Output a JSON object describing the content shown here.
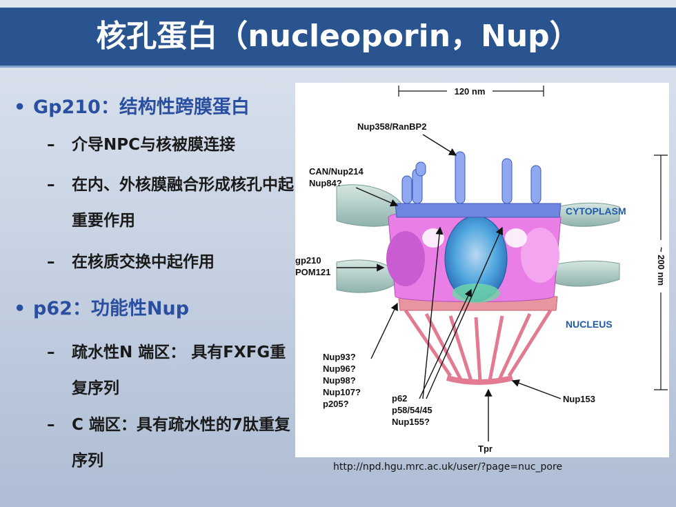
{
  "title": "核孔蛋白（nucleoporin，Nup）",
  "bullets": {
    "b1": {
      "marker": "•",
      "text": "Gp210：结构性跨膜蛋白"
    },
    "b1_sub1": {
      "marker": "–",
      "text": "介导NPC与核被膜连接"
    },
    "b1_sub2": {
      "marker": "–",
      "text": "在内、外核膜融合形成核孔中起重要作用"
    },
    "b1_sub3": {
      "marker": "–",
      "text": "在核质交换中起作用"
    },
    "b2": {
      "marker": "•",
      "text": "p62：功能性Nup"
    },
    "b2_sub1": {
      "marker": "–",
      "text": "疏水性N 端区： 具有FXFG重复序列"
    },
    "b2_sub2": {
      "marker": "–",
      "text": "C 端区：具有疏水性的7肽重复序列"
    }
  },
  "figure": {
    "scale_120": "120 nm",
    "scale_200": "~ 200 nm",
    "nup358": "Nup358/RanBP2",
    "can_nup214": "CAN/Nup214",
    "nup84": "Nup84?",
    "cytoplasm": "CYTOPLASM",
    "gp210": "gp210",
    "pom121": "POM121",
    "nucleus": "NUCLEUS",
    "nup93": "Nup93?",
    "nup96": "Nup96?",
    "nup98": "Nup98?",
    "nup107": "Nup107?",
    "p205": "p205?",
    "p62": "p62",
    "p58": "p58/54/45",
    "nup155": "Nup155?",
    "nup153": "Nup153",
    "tpr": "Tpr"
  },
  "caption": "http://npd.hgu.mrc.ac.uk/user/?page=nuc_pore",
  "colors": {
    "title_bar": "#2a5490",
    "bullet": "#2a4fa0",
    "label_blue": "#1e5aa8"
  }
}
